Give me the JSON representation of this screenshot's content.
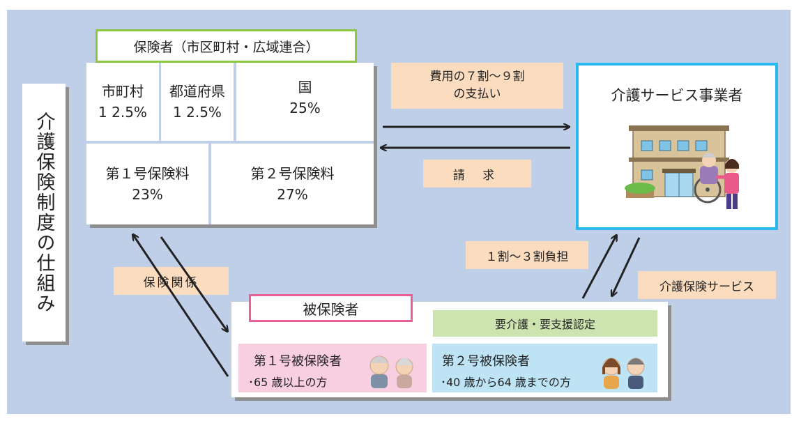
{
  "title": "介護保険制度の仕組み",
  "insurer": {
    "label": "保険者（市区町村・広域連合）",
    "cells": [
      {
        "name": "市町村",
        "share": "1 2.5%"
      },
      {
        "name": "都道府県",
        "share": "1 2.5%"
      },
      {
        "name": "国",
        "share": "25%"
      },
      {
        "name": "第１号保険料",
        "share": "23%"
      },
      {
        "name": "第２号保険料",
        "share": "27%"
      }
    ]
  },
  "flows": {
    "payment_line1": "費用の７割～９割",
    "payment_line2": "の支払い",
    "claim": "請 求",
    "insurance_relation": "保険関係",
    "burden": "１割～３割負担",
    "service": "介護保険サービス"
  },
  "provider": {
    "title": "介護サービス事業者",
    "illustration_icon": "care-facility-building-icon"
  },
  "insured": {
    "label": "被保険者",
    "certification": "要介護・要支援認定",
    "category1": {
      "title": "第１号被保険者",
      "detail": "･65 歳以上の方"
    },
    "category2": {
      "title": "第２号被保険者",
      "detail": "･40 歳から64 歳までの方"
    }
  },
  "colors": {
    "background": "#bfcfe8",
    "insurer_border": "#8dc63f",
    "provider_border": "#29b9ef",
    "insured_border": "#e8609a",
    "flow_label": "#fbdcbf",
    "certification": "#cde4b0",
    "category1": "#f8cfe0",
    "category2": "#bde3f4"
  }
}
